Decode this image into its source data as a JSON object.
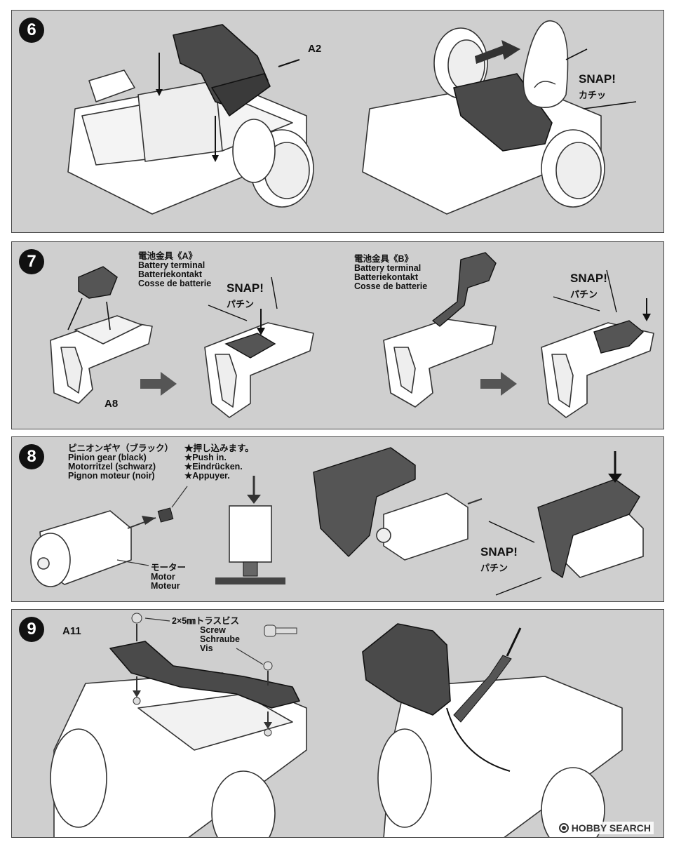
{
  "steps": {
    "s6": {
      "number": "6",
      "part": "A2",
      "snap": {
        "en": "SNAP!",
        "jp": "カチッ"
      }
    },
    "s7": {
      "number": "7",
      "terminal_a": [
        "電池金具《A》",
        "Battery terminal",
        "Batteriekontakt",
        "Cosse de batterie"
      ],
      "terminal_b": [
        "電池金具《B》",
        "Battery terminal",
        "Batteriekontakt",
        "Cosse de batterie"
      ],
      "part": "A8",
      "snap1": {
        "en": "SNAP!",
        "jp": "パチン"
      },
      "snap2": {
        "en": "SNAP!",
        "jp": "パチン"
      }
    },
    "s8": {
      "number": "8",
      "pinion": [
        "ピニオンギヤ（ブラック）",
        "Pinion gear (black)",
        "Motorritzel (schwarz)",
        "Pignon moteur (noir)"
      ],
      "push": [
        "★押し込みます。",
        "★Push in.",
        "★Eindrücken.",
        "★Appuyer."
      ],
      "motor": [
        "モーター",
        "Motor",
        "Moteur"
      ],
      "snap": {
        "en": "SNAP!",
        "jp": "パチン"
      }
    },
    "s9": {
      "number": "9",
      "part": "A11",
      "screw": [
        "2×5㎜トラスビス",
        "Screw",
        "Schraube",
        "Vis"
      ]
    }
  },
  "watermark": "HOBBY SEARCH"
}
